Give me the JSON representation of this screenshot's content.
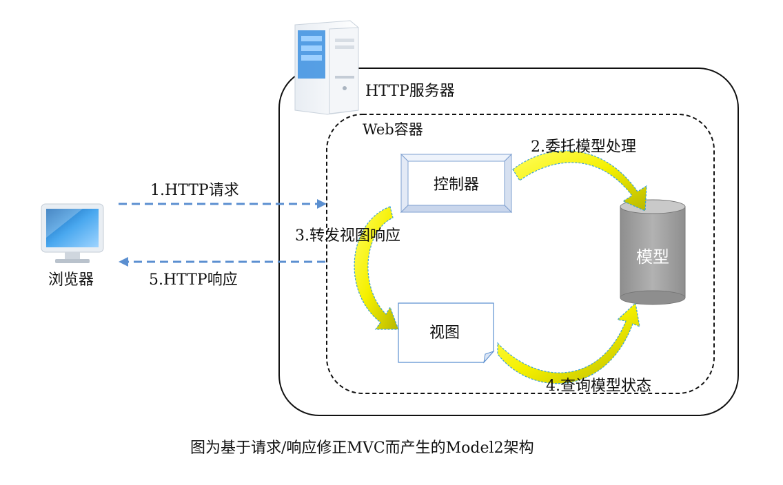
{
  "server": {
    "label": "HTTP服务器"
  },
  "container": {
    "label": "Web容器"
  },
  "browser": {
    "label": "浏览器"
  },
  "controller": {
    "label": "控制器"
  },
  "model": {
    "label": "模型"
  },
  "view": {
    "label": "视图"
  },
  "steps": {
    "request": "1.HTTP请求",
    "delegate": "2.委托模型处理",
    "forward": "3.转发视图响应",
    "query": "4.查询模型状态",
    "response": "5.HTTP响应"
  },
  "caption": "图为基于请求/响应修正MVC而产生的Model2架构",
  "colors": {
    "arrow_fill": "#f5f000",
    "arrow_dark": "#c8c800",
    "arrow_outline": "#3aa0d8",
    "dashed_arrow": "#5b8fd0",
    "cylinder": "#a6a6a6",
    "controller_border": "#7fa0d0",
    "monitor": "#2c7cc8"
  },
  "icons": [
    "server-tower-icon",
    "monitor-icon"
  ]
}
